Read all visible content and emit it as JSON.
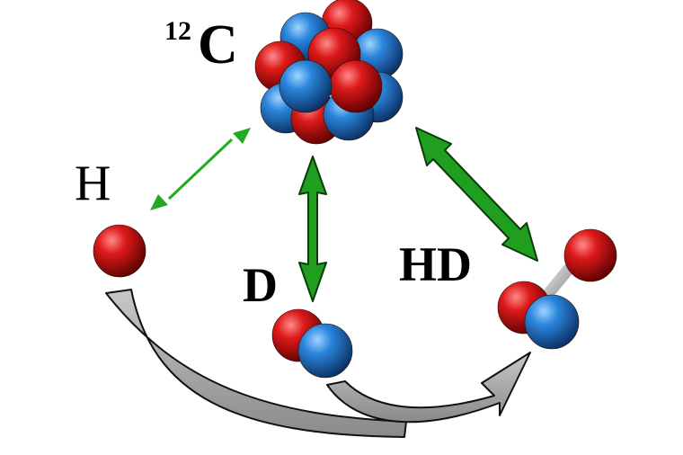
{
  "labels": {
    "carbon_mass": "12",
    "carbon_symbol": "C",
    "hydrogen": "H",
    "deuterium": "D",
    "hd": "HD"
  },
  "colors": {
    "proton": "#cc1010",
    "neutron": "#1a6fc4",
    "strong_arrow": "#1f9e1f",
    "thin_arrow": "#22aa22",
    "flow_arrow": "#9a9a9a",
    "bond": "#b0b0b0"
  }
}
